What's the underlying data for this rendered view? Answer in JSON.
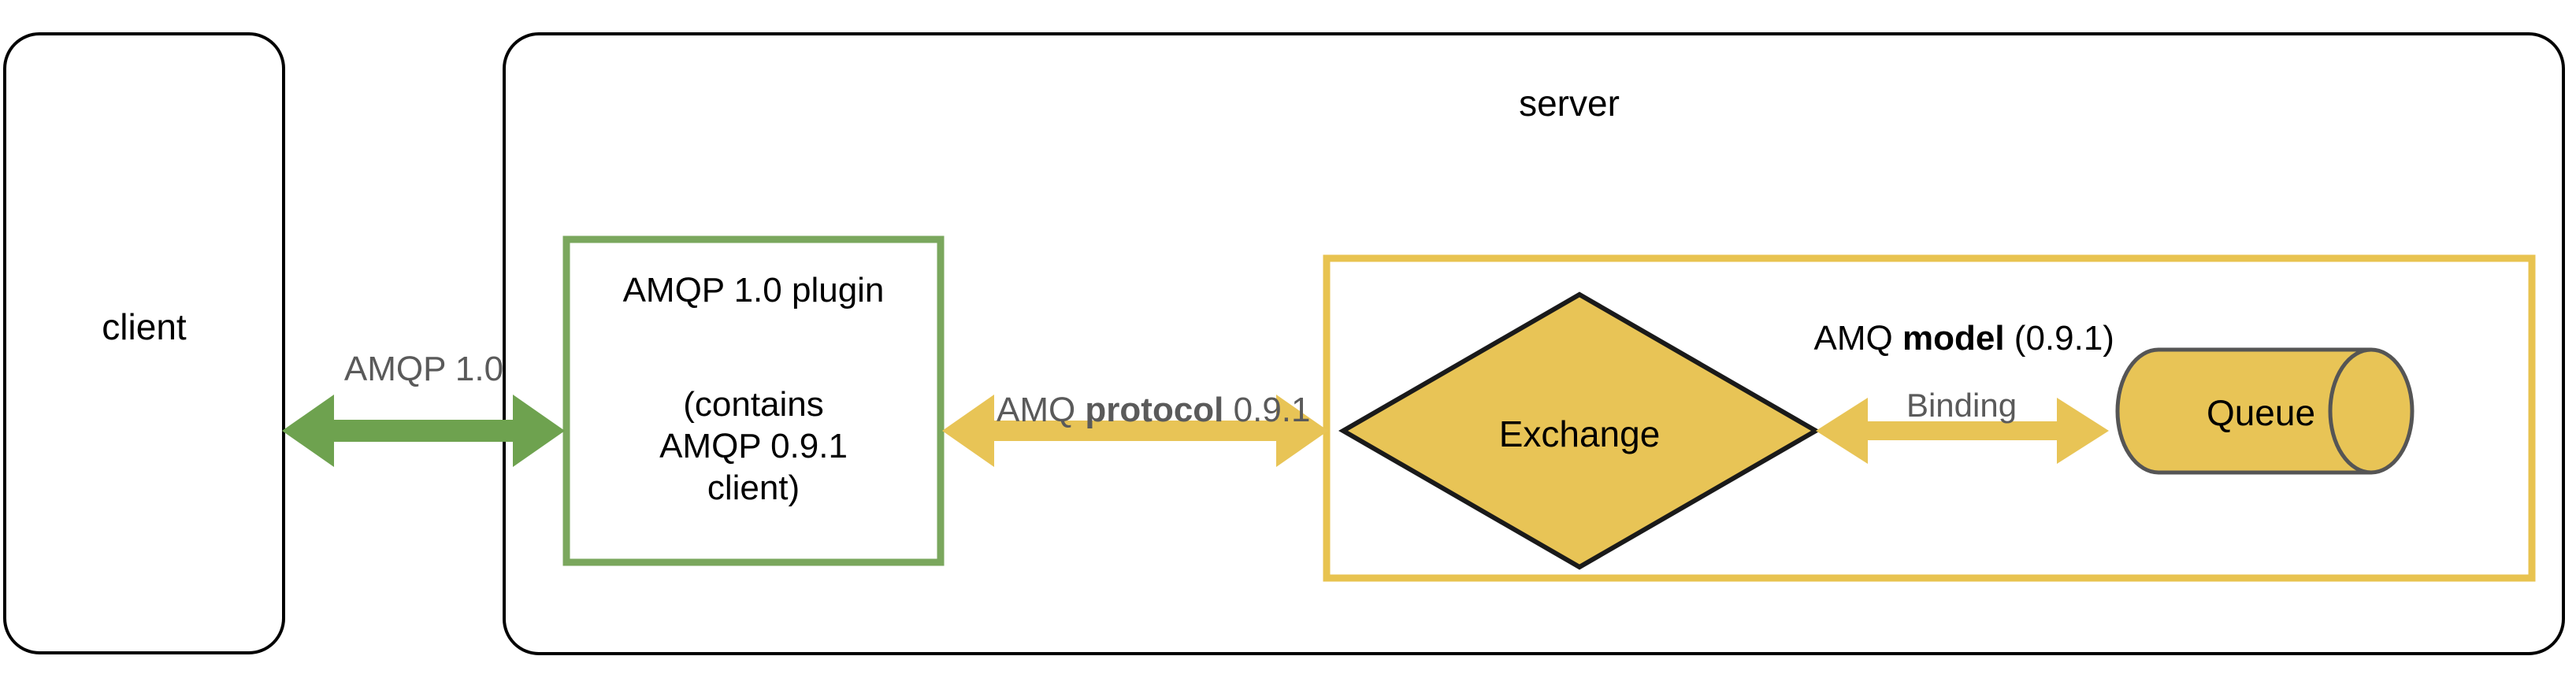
{
  "diagram": {
    "title_server": "server",
    "client_box": {
      "label": "client"
    },
    "plugin_box": {
      "line1": "AMQP 1.0 plugin",
      "line2": "(contains",
      "line3": "AMQP 0.9.1",
      "line4": "client)"
    },
    "model_box": {
      "label_prefix": "AMQ ",
      "label_bold": "model",
      "label_suffix": " (0.9.1)"
    },
    "exchange": {
      "label": "Exchange"
    },
    "queue": {
      "label": "Queue"
    },
    "arrows": {
      "amqp10": {
        "label": "AMQP 1.0"
      },
      "amq_protocol": {
        "prefix": "AMQ ",
        "bold": "protocol",
        "suffix": " 0.9.1"
      },
      "binding": {
        "label": "Binding"
      }
    }
  },
  "colors": {
    "outline_black": "#000000",
    "green": "#7aa75d",
    "yellow": "#e8c456",
    "yellow_border": "#e8c350",
    "gray_text": "#5a5a5a",
    "cylinder_stroke": "#555555",
    "white": "#ffffff"
  },
  "icons": {
    "double_arrow_green": "double-arrow-green-icon",
    "double_arrow_yellow": "double-arrow-yellow-icon",
    "diamond": "diamond-shape-icon",
    "cylinder": "cylinder-shape-icon"
  }
}
